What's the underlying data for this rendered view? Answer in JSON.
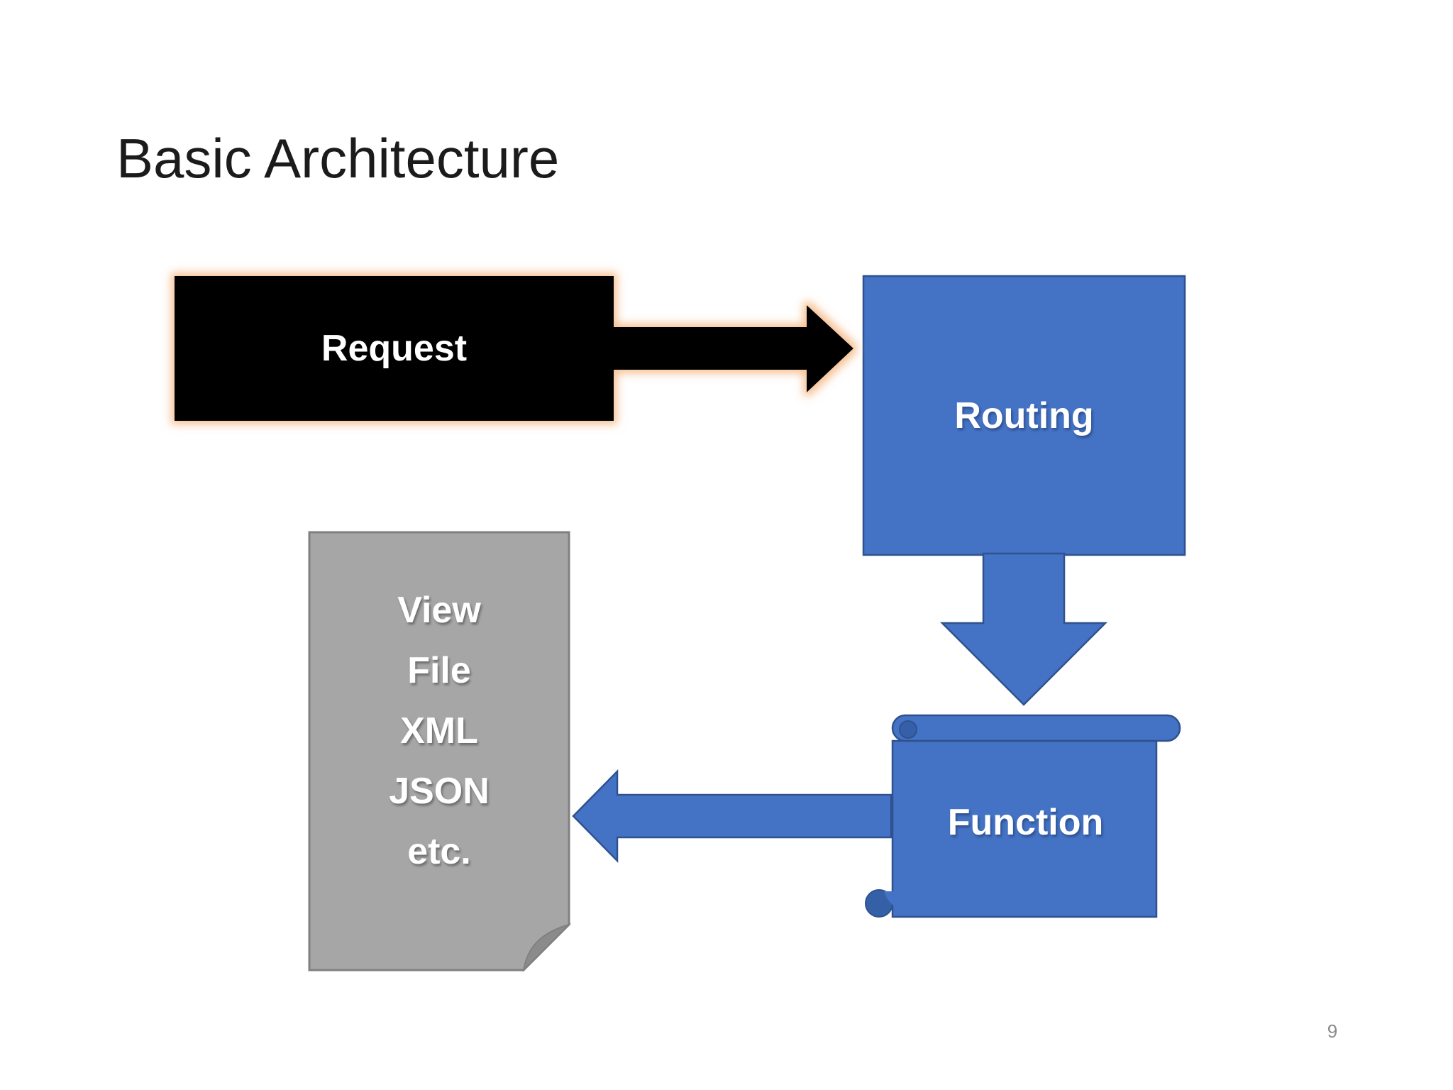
{
  "slide": {
    "title": "Basic Architecture",
    "page_number": "9"
  },
  "diagram": {
    "request": {
      "label": "Request"
    },
    "routing": {
      "label": "Routing"
    },
    "function": {
      "label": "Function"
    },
    "output": {
      "lines": [
        "View",
        "File",
        "XML",
        "JSON",
        "etc."
      ]
    },
    "colors": {
      "shape_blue": "#4472C4",
      "shape_blue_border": "#2F528F",
      "scroll_curl_blue": "#3560A8",
      "request_fill": "#000000",
      "glow_orange": "#F6BE8F",
      "document_fill": "#A6A6A6",
      "document_border": "#808080",
      "fold_fill": "#8B8B8B"
    }
  }
}
